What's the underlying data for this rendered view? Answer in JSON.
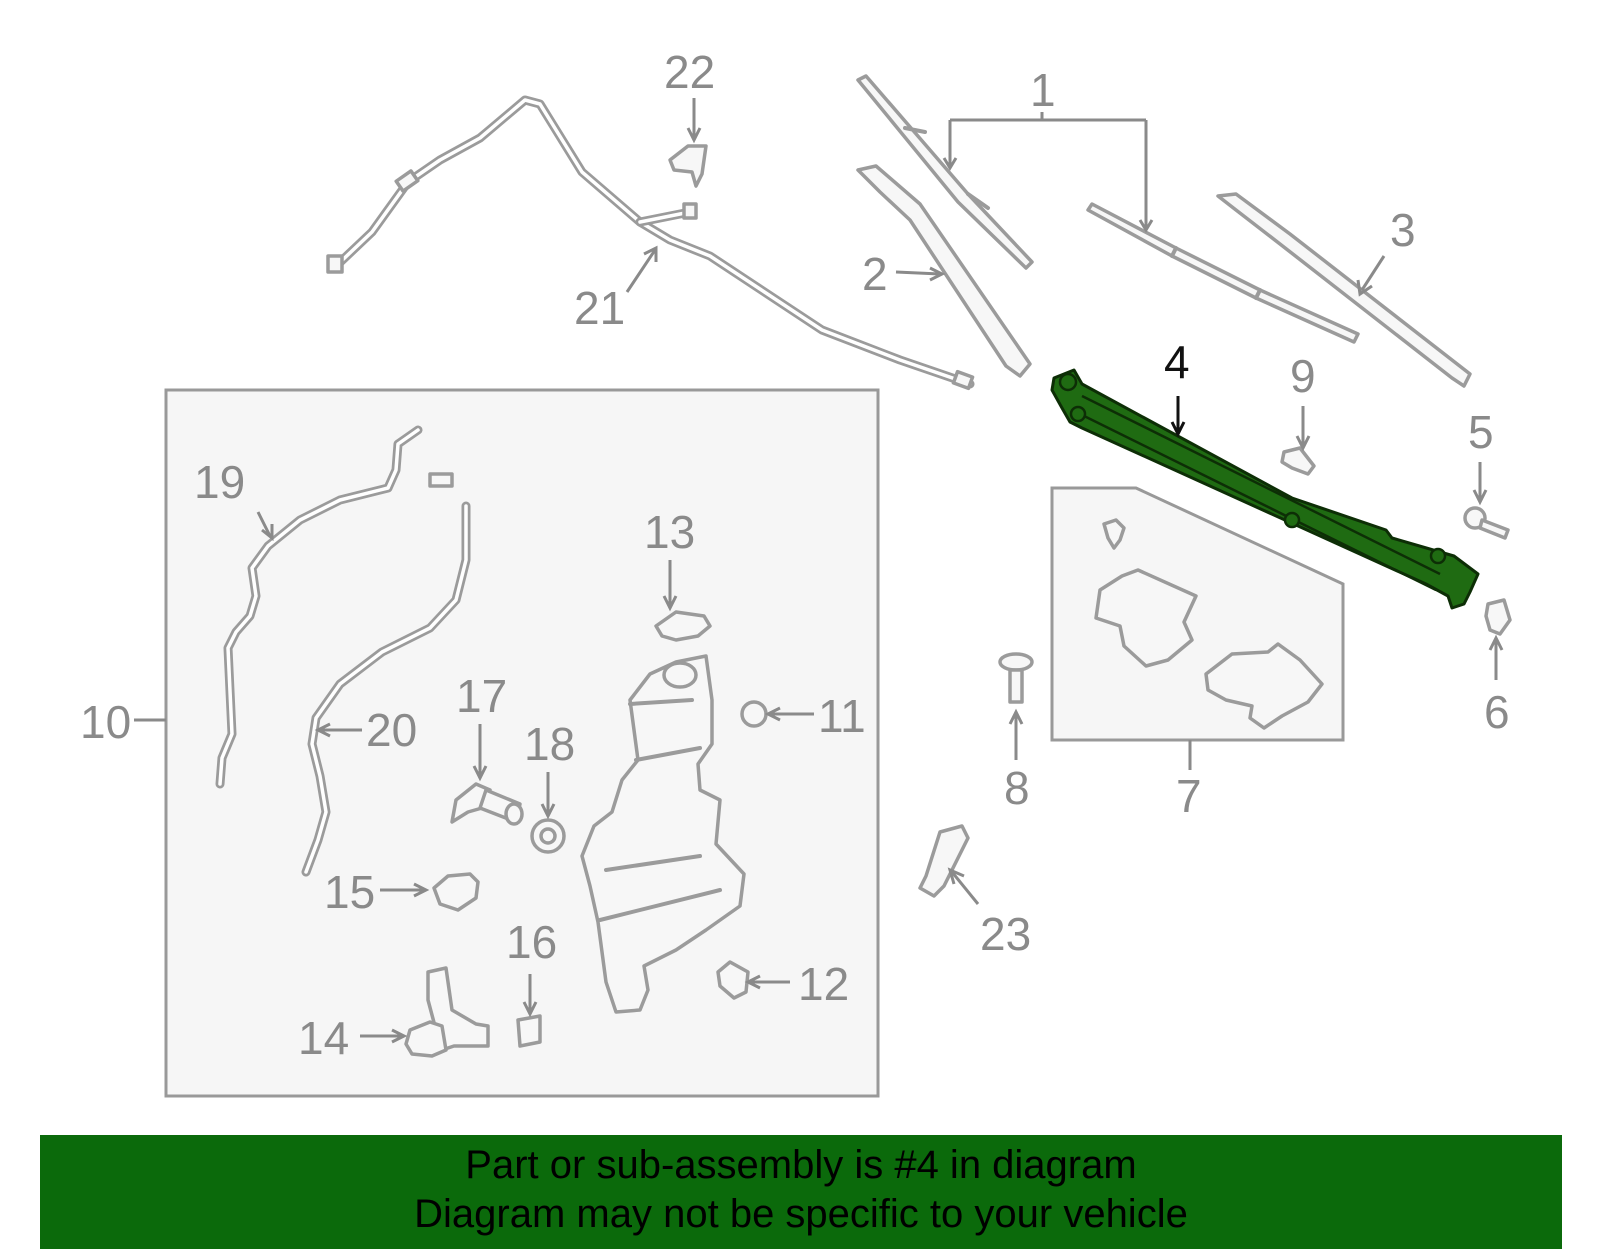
{
  "callouts": {
    "c1": "1",
    "c2": "2",
    "c3": "3",
    "c4": "4",
    "c5": "5",
    "c6": "6",
    "c7": "7",
    "c8": "8",
    "c9": "9",
    "c10": "10",
    "c11": "11",
    "c12": "12",
    "c13": "13",
    "c14": "14",
    "c15": "15",
    "c16": "16",
    "c17": "17",
    "c18": "18",
    "c19": "19",
    "c20": "20",
    "c21": "21",
    "c22": "22",
    "c23": "23"
  },
  "highlight": {
    "part": "4",
    "color": "#1f6b12",
    "banner_color": "#0b6a0b"
  },
  "banner": {
    "line1": "Part or sub-assembly is #4 in diagram",
    "line2": "Diagram may not be specific to your vehicle"
  }
}
